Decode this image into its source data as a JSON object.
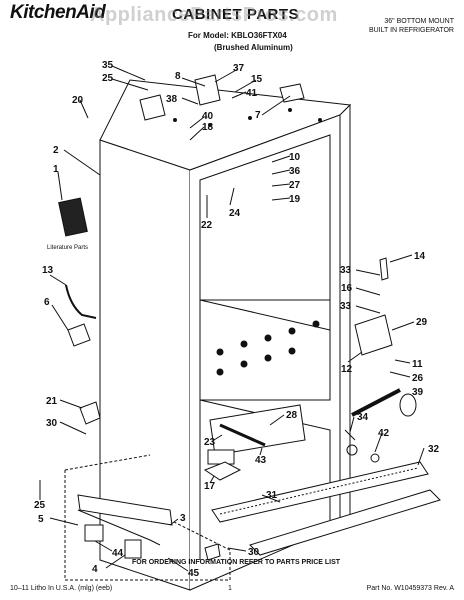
{
  "header": {
    "brand": "KitchenAid",
    "title": "CABINET PARTS",
    "model_line": "For Model: KBLO36FTX04",
    "variant_line": "(Brushed Aluminum)",
    "right_line1": "36\" BOTTOM MOUNT",
    "right_line2": "BUILT IN REFRIGERATOR"
  },
  "watermark": "AppliancePartsPros.com",
  "literature_label": "Literature Parts",
  "callouts": [
    "35",
    "25",
    "8",
    "37",
    "15",
    "20",
    "38",
    "41",
    "7",
    "40",
    "18",
    "2",
    "1",
    "10",
    "36",
    "27",
    "19",
    "24",
    "22",
    "14",
    "13",
    "6",
    "33",
    "16",
    "33",
    "29",
    "12",
    "11",
    "26",
    "39",
    "21",
    "30",
    "28",
    "34",
    "23",
    "42",
    "32",
    "43",
    "17",
    "31",
    "25",
    "5",
    "3",
    "44",
    "4",
    "45",
    "30"
  ],
  "footer": {
    "order_text": "FOR ORDERING INFORMATION REFER TO PARTS PRICE LIST",
    "left": "10–11 Litho In U.S.A. (mlg) (eeb)",
    "page": "1",
    "part_no": "Part No. W10459373 Rev. A"
  }
}
